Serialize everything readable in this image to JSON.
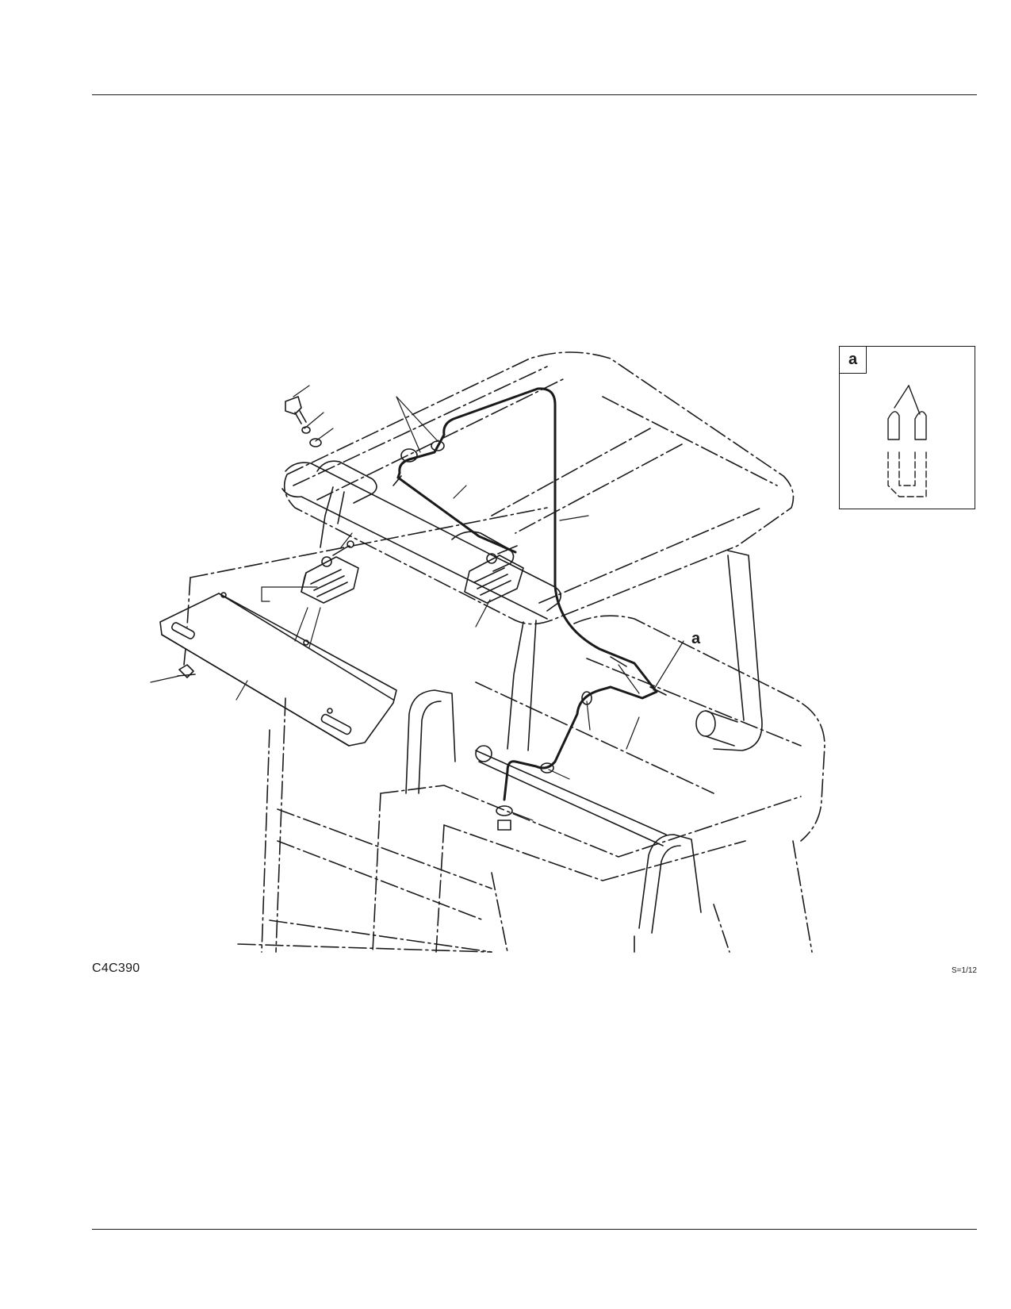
{
  "figure": {
    "id": "C4C390",
    "scale": "S=1/12",
    "detail_label": "a",
    "callout_label": "a"
  }
}
